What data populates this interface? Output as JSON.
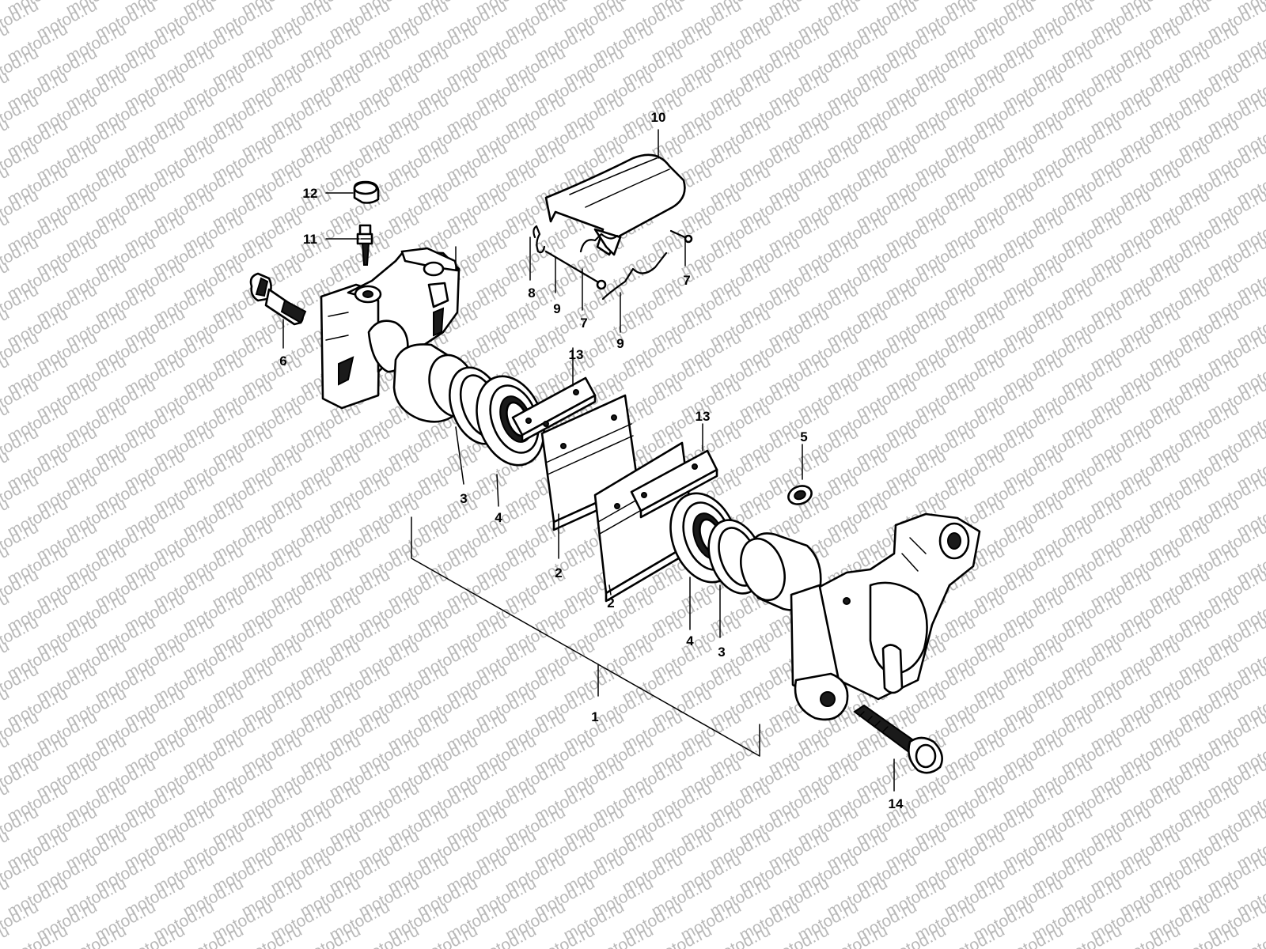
{
  "watermark": {
    "text": "motod.ru",
    "color": "#b9b9b9"
  },
  "callouts": [
    {
      "id": "part-1",
      "text": "1"
    },
    {
      "id": "part-2a",
      "text": "2"
    },
    {
      "id": "part-2b",
      "text": "2"
    },
    {
      "id": "part-3a",
      "text": "3"
    },
    {
      "id": "part-3b",
      "text": "3"
    },
    {
      "id": "part-4a",
      "text": "4"
    },
    {
      "id": "part-4b",
      "text": "4"
    },
    {
      "id": "part-5",
      "text": "5"
    },
    {
      "id": "part-6",
      "text": "6"
    },
    {
      "id": "part-7a",
      "text": "7"
    },
    {
      "id": "part-7b",
      "text": "7"
    },
    {
      "id": "part-8",
      "text": "8"
    },
    {
      "id": "part-9a",
      "text": "9"
    },
    {
      "id": "part-9b",
      "text": "9"
    },
    {
      "id": "part-10",
      "text": "10"
    },
    {
      "id": "part-11",
      "text": "11"
    },
    {
      "id": "part-12",
      "text": "12"
    },
    {
      "id": "part-13a",
      "text": "13"
    },
    {
      "id": "part-13b",
      "text": "13"
    },
    {
      "id": "part-14",
      "text": "14"
    }
  ]
}
